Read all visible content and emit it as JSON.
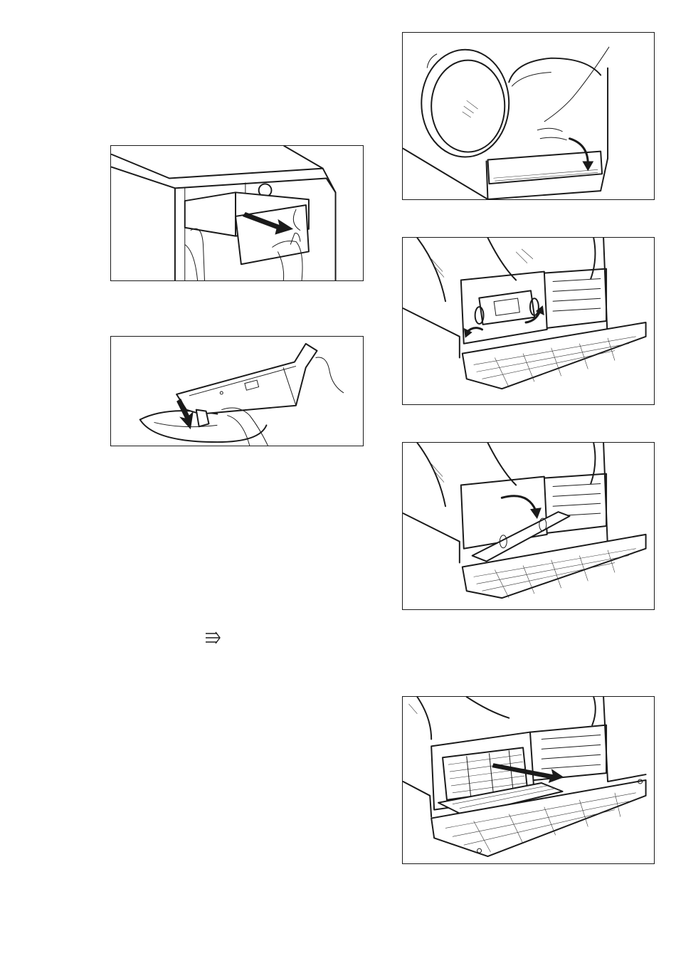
{
  "figures": [
    {
      "id": "remove-water-container",
      "icon": "drawer-pull-icon"
    },
    {
      "id": "empty-water-container",
      "icon": "pour-water-icon"
    },
    {
      "id": "open-door",
      "icon": "door-open-icon"
    },
    {
      "id": "unlock-condenser-cover",
      "icon": "unlock-levers-icon"
    },
    {
      "id": "open-condenser-cover",
      "icon": "flap-open-icon"
    },
    {
      "id": "pull-out-condenser",
      "icon": "condenser-pull-icon"
    }
  ],
  "symbol": {
    "name": "airflow-icon"
  }
}
